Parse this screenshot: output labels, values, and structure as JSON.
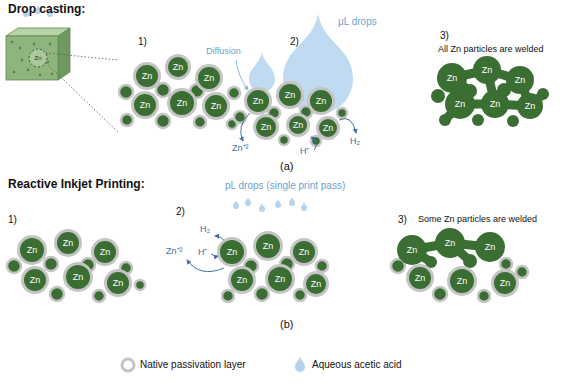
{
  "diagram": {
    "nodes": [
      {
        "text": [
          "Zn"
        ]
      },
      {
        "text": [
          "Zn"
        ]
      },
      {
        "text": [
          "Zn"
        ]
      },
      {
        "text": [
          "Zn"
        ]
      },
      {
        "text": [
          "Zn"
        ]
      },
      {
        "text": [
          "Zn"
        ]
      },
      {
        "text": [
          "Zn"
        ]
      },
      {
        "text": [
          "Zn"
        ]
      },
      {
        "text": [
          "Zn"
        ]
      },
      {
        "text": [
          "Zn"
        ]
      },
      {
        "text": [
          "Zn"
        ]
      },
      {
        "text": [
          "Zn"
        ]
      },
      {
        "text": [
          "Zn"
        ]
      },
      {
        "text": [
          "Zn"
        ]
      },
      {
        "text": [
          "Zn"
        ]
      },
      {
        "text": [
          "Zn"
        ]
      },
      {
        "text": [
          "Zn"
        ]
      },
      {
        "text": [
          "Zn"
        ]
      },
      {
        "text": [
          "Zn"
        ]
      },
      {
        "text": [
          "Zn"
        ]
      },
      {
        "text": [
          "Zn"
        ]
      },
      {
        "text": [
          "Zn"
        ]
      },
      {
        "text": [
          "Zn"
        ]
      },
      {
        "text": [
          "Zn"
        ]
      },
      {
        "text": [
          "Zn"
        ]
      },
      {
        "text": [
          "Zn"
        ]
      },
      {
        "text": [
          "Zn"
        ]
      },
      {
        "text": [
          "Zn"
        ]
      },
      {
        "text": [
          "Zn"
        ]
      },
      {
        "text": [
          "Zn"
        ]
      },
      {
        "text": [
          "Zn"
        ]
      },
      {
        "text": [
          "Zn"
        ]
      },
      {
        "text": [
          "Zn"
        ]
      },
      {
        "text": [
          "Zn"
        ]
      },
      {
        "text": [
          "Zn"
        ]
      },
      {
        "text": [
          "Zn"
        ]
      }
    ],
    "labels": [
      "Drop casting:",
      "Zn",
      "1)",
      "Diffusion",
      "2)",
      "μL drops",
      "3)",
      "All Zn particles are welded",
      "Zn⁺²",
      "H⁺",
      "H₂",
      "(a)",
      "Reactive Inkjet Printing:",
      "pL drops (single print pass)",
      "1)",
      "H₂",
      "2)",
      "3)",
      "Some Zn particles are welded",
      "Zn⁺²",
      "H⁺",
      "(b)"
    ],
    "legend": [
      {
        "text": "Native passivation layer"
      },
      {
        "text": "Aqueous acetic acid"
      }
    ]
  }
}
